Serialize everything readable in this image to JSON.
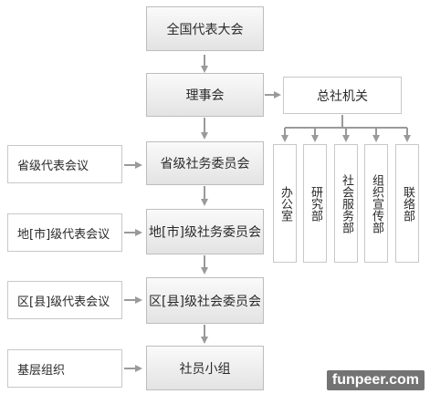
{
  "main_chain": [
    {
      "key": "national_congress",
      "label": "全国代表大会"
    },
    {
      "key": "council",
      "label": "理事会"
    },
    {
      "key": "provincial_committee",
      "label": "省级社务委员会"
    },
    {
      "key": "city_committee",
      "label": "地[市]级社务委员会"
    },
    {
      "key": "county_committee",
      "label": "区[县]级社会委员会"
    },
    {
      "key": "group",
      "label": "社员小组"
    }
  ],
  "head_office": {
    "label": "总社机关"
  },
  "departments": [
    {
      "key": "general_office",
      "label": "办公室"
    },
    {
      "key": "research",
      "label": "研究部"
    },
    {
      "key": "social_services",
      "label": "社会服务部"
    },
    {
      "key": "organization_publicity",
      "label": "组织宣传部"
    },
    {
      "key": "liaison",
      "label": "联络部"
    }
  ],
  "left_column": [
    {
      "key": "provincial_congress",
      "label": "省级代表会议"
    },
    {
      "key": "city_congress",
      "label": "地[市]级代表会议"
    },
    {
      "key": "county_congress",
      "label": "区[县]级代表会议"
    },
    {
      "key": "grassroots",
      "label": "基层组织"
    }
  ],
  "watermark": {
    "label": "funpeer.com"
  },
  "colors": {
    "arrow": "#9a9a9a",
    "box_border": "#c8c8c8"
  }
}
